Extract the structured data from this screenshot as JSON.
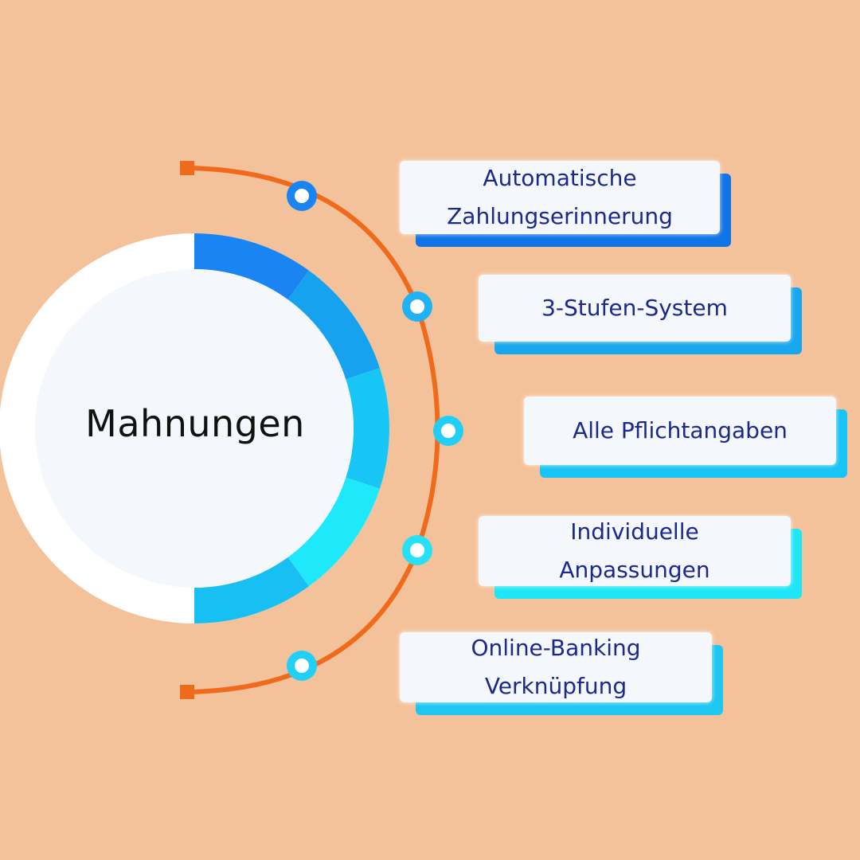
{
  "center": {
    "label": "Mahnungen"
  },
  "items": [
    {
      "lines": [
        "Automatische",
        "Zahlungserinnerung"
      ],
      "shadow_color": "#1273e6",
      "dot_color": "#1a84f2"
    },
    {
      "lines": [
        "3-Stufen-System"
      ],
      "shadow_color": "#17a7ef",
      "dot_color": "#1fb2f5"
    },
    {
      "lines": [
        "Alle Pflichtangaben"
      ],
      "shadow_color": "#18c4f4",
      "dot_color": "#22cdf6"
    },
    {
      "lines": [
        "Individuelle",
        "Anpassungen"
      ],
      "shadow_color": "#1ee6f6",
      "dot_color": "#27e0f8"
    },
    {
      "lines": [
        "Online-Banking",
        "Verknüpfung"
      ],
      "shadow_color": "#1ec6f2",
      "dot_color": "#22d0f6"
    }
  ],
  "colors": {
    "background": "#f4c29a",
    "connector": "#f06a1c",
    "ring_segments": [
      "#1a84f2",
      "#17a2f0",
      "#18c6f6",
      "#1ee9fb",
      "#18bff3"
    ],
    "text": "#1b2a8a"
  }
}
